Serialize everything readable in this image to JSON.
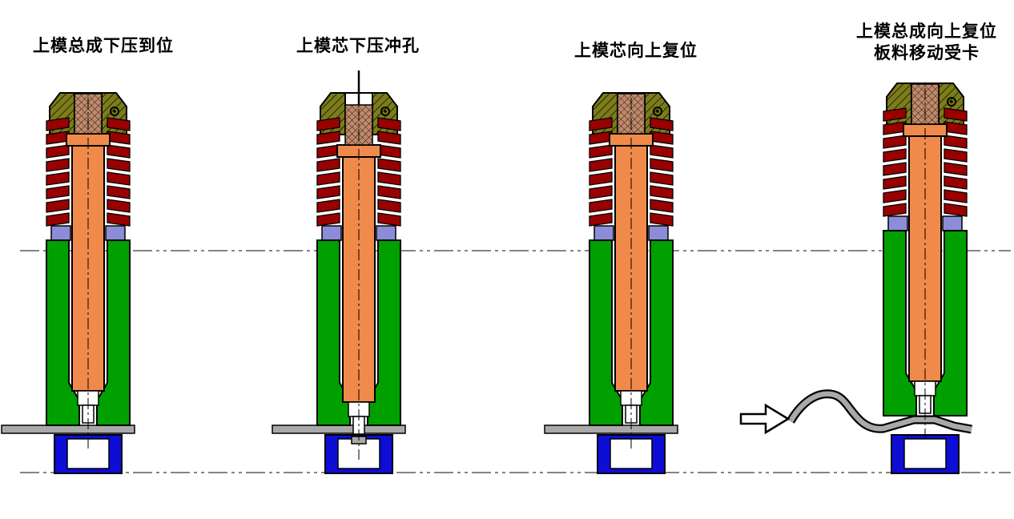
{
  "diagram": {
    "stage_labels": {
      "stage1": "上模总成下压到位",
      "stage2": "上模芯下压冲孔",
      "stage3": "上模芯向上复位",
      "stage4_line1": "上模总成向上复位",
      "stage4_line2": "板料移动受卡"
    },
    "colors": {
      "background": "#ffffff",
      "cap": "#7c7c1a",
      "thread": "#c08a6a",
      "spring": "#990000",
      "shaft": "#f08a4b",
      "seat": "#8c8cd8",
      "sleeve": "#00a000",
      "sheet": "#a9a9a9",
      "die": "#0d0dd6",
      "slug": "#a9a9a9",
      "outline": "#000000"
    }
  }
}
